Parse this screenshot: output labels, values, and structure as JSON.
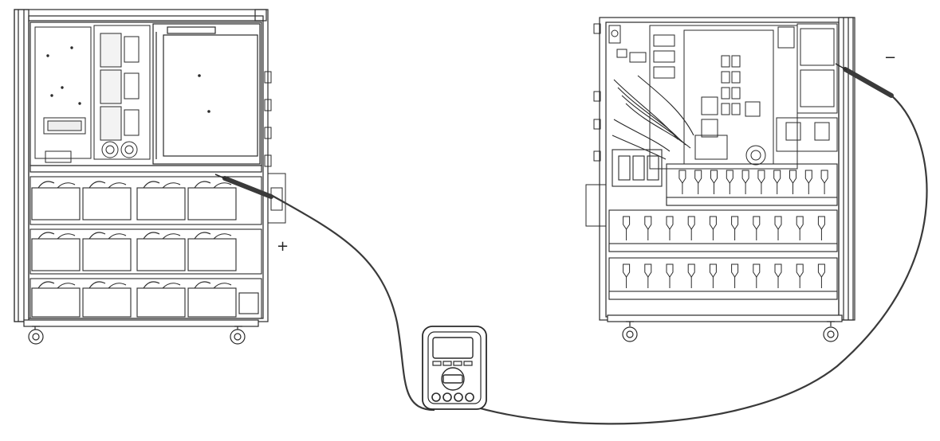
{
  "diagram": {
    "polarity": {
      "positive": "+",
      "negative": "−"
    },
    "left_cabinet": {
      "battery_rows": 3,
      "batteries_per_row": 4
    },
    "right_cabinet": {
      "battery_rows": 3,
      "batteries_per_row": 10
    },
    "multimeter": {
      "buttons_bottom": 4
    },
    "colors": {
      "line": "#2a2a2a",
      "fill": "#ffffff",
      "shade": "#e6e6e6",
      "probe": "#3a3a3a"
    }
  }
}
